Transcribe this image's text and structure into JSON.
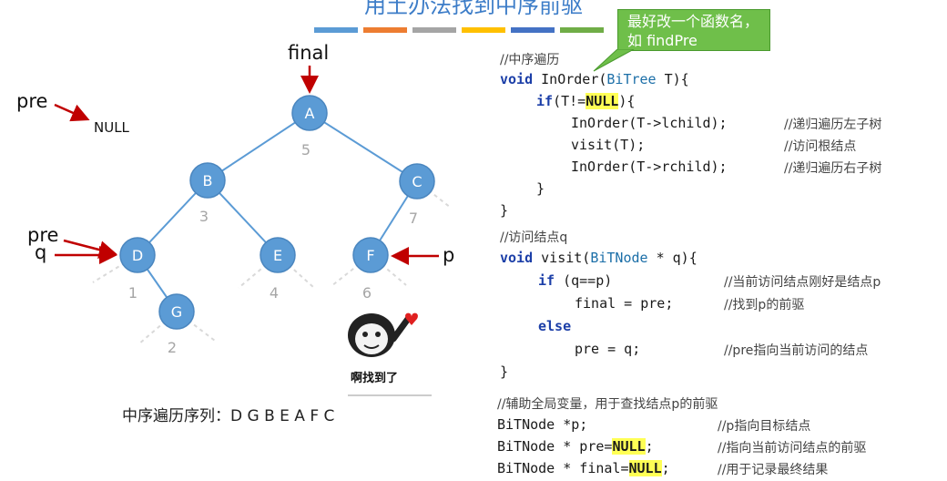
{
  "title": "用土办法找到中序前驱",
  "title_bar_colors": [
    "#5b9bd5",
    "#ed7d31",
    "#a5a5a5",
    "#ffc000",
    "#4472c4",
    "#70ad47"
  ],
  "bubble": "最好改一个函数名，如 findPre",
  "labels": {
    "final": "final",
    "pre_top": "pre",
    "null": "NULL",
    "pre_left": "pre",
    "q": "q",
    "p": "p"
  },
  "tree": {
    "nodes": [
      {
        "id": "A",
        "order": "5"
      },
      {
        "id": "B",
        "order": "3"
      },
      {
        "id": "C",
        "order": "7"
      },
      {
        "id": "D",
        "order": "1"
      },
      {
        "id": "E",
        "order": "4"
      },
      {
        "id": "F",
        "order": "6"
      },
      {
        "id": "G",
        "order": "2"
      }
    ],
    "node_color": "#5b9bd5"
  },
  "inorder_sequence": "中序遍历序列：D G B E A F C",
  "sticker_caption": "啊找到了",
  "code": {
    "comment1": "//中序遍历",
    "inorder_sig": {
      "kw": "void",
      "name": " InOrder(",
      "type": "BiTree",
      "rest": " T){"
    },
    "if_line": {
      "kw": "if",
      "pre": "(T!=",
      "null": "NULL",
      "post": "){"
    },
    "l1": "InOrder(T->lchild);",
    "c1": "//递归遍历左子树",
    "l2": "visit(T);",
    "c2": "//访问根结点",
    "l3": "InOrder(T->rchild);",
    "c3": "//递归遍历右子树",
    "close_inner": "}",
    "close_outer": "}",
    "comment2": "//访问结点q",
    "visit_sig": {
      "kw": "void",
      "name": " visit(",
      "type": "BiTNode",
      "rest": " * q){"
    },
    "if2": {
      "kw": "if",
      "cond": " (q==p)",
      "comment": "//当前访问结点刚好是结点p"
    },
    "assign_final": "final = pre;",
    "c_final": "//找到p的前驱",
    "else_kw": "else",
    "assign_pre": "pre = q;",
    "c_pre": "//pre指向当前访问的结点",
    "close_visit": "}",
    "comment3": "//辅助全局变量，用于查找结点p的前驱",
    "g1": "BiTNode *p;",
    "g1c": "//p指向目标结点",
    "g2a": "BiTNode * pre=",
    "g2null": "NULL",
    "g2b": ";",
    "g2c": "//指向当前访问结点的前驱",
    "g3a": "BiTNode * final=",
    "g3null": "NULL",
    "g3b": ";",
    "g3c": "//用于记录最终结果"
  }
}
